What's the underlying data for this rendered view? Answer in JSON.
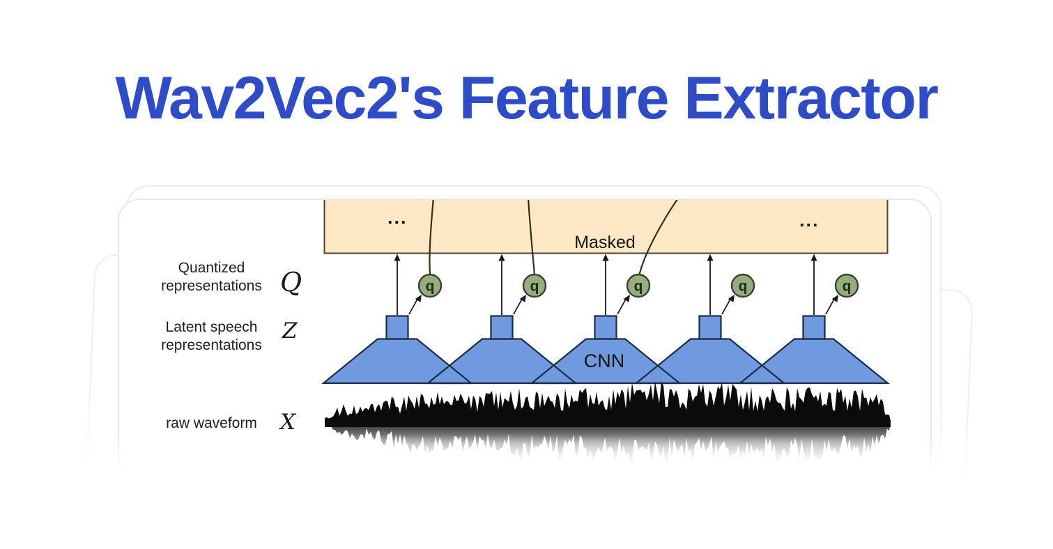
{
  "title": {
    "text": "Wav2Vec2's Feature Extractor",
    "color": "#2e4cc7"
  },
  "diagram": {
    "context_bar": {
      "fill": "#fce8c4",
      "left_ellipsis": "...",
      "masked_label": "Masked",
      "right_ellipsis": "..."
    },
    "rows": {
      "quantized": {
        "line1": "Quantized",
        "line2": "representations",
        "symbol": "Q"
      },
      "latent": {
        "line1": "Latent speech",
        "line2": "representations",
        "symbol": "Z"
      },
      "waveform": {
        "label": "raw waveform",
        "symbol": "X"
      }
    },
    "quantizer": {
      "circle_label": "q",
      "circle_fill": "#95ae7d",
      "circle_border": "#3b3f33",
      "label_color": "#1e2a17"
    },
    "cnn": {
      "label": "CNN",
      "block_fill": "#6f9ae0",
      "block_border": "#1d2b45",
      "unit_count": 5,
      "masked_curve_units": [
        0,
        1,
        2
      ]
    },
    "waveform_color": "#0b0b0b",
    "line_color": "#1a1a1a"
  }
}
